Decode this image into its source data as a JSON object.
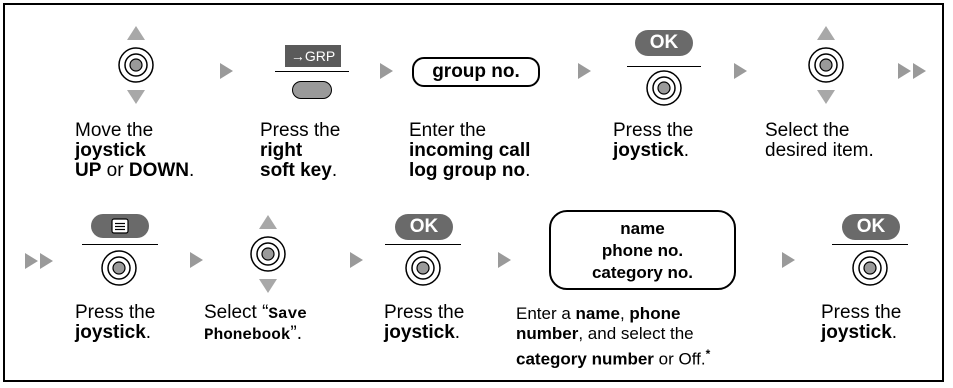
{
  "step1": {
    "line1": "Move the",
    "line2": "joystick",
    "line3_bold1": "UP",
    "line3_mid": " or ",
    "line3_bold2": "DOWN",
    "line3_end": "."
  },
  "step2": {
    "key_label": "→GRP",
    "line1": "Press the",
    "line2": "right",
    "line3": "soft key",
    "line3_end": "."
  },
  "step3": {
    "box_label": "group no.",
    "line1": "Enter the",
    "line2": "incoming call",
    "line3": "log group no",
    "line3_end": "."
  },
  "step4": {
    "ok_label": "OK",
    "line1": "Press the",
    "line2": "joystick",
    "line2_end": "."
  },
  "step5": {
    "line1": "Select the",
    "line2": "desired item."
  },
  "step6": {
    "line1": "Press the",
    "line2": "joystick",
    "line2_end": "."
  },
  "step7": {
    "line1_pre": "Select “",
    "line1_mono": "Save",
    "line2_mono": "Phonebook",
    "line2_end": "”."
  },
  "step8": {
    "ok_label": "OK",
    "line1": "Press the",
    "line2": "joystick",
    "line2_end": "."
  },
  "step9": {
    "box_line1": "name",
    "box_line2": "phone no.",
    "box_line3": "category no.",
    "line1_pre": "Enter a ",
    "line1_bold1": "name",
    "line1_mid": ", ",
    "line1_bold2": "phone",
    "line2_bold": "number",
    "line2_end": ", and select the",
    "line3_bold": "category number",
    "line3_end": " or Off.",
    "footnote": "*"
  },
  "step10": {
    "ok_label": "OK",
    "line1": "Press the",
    "line2": "joystick",
    "line2_end": "."
  }
}
